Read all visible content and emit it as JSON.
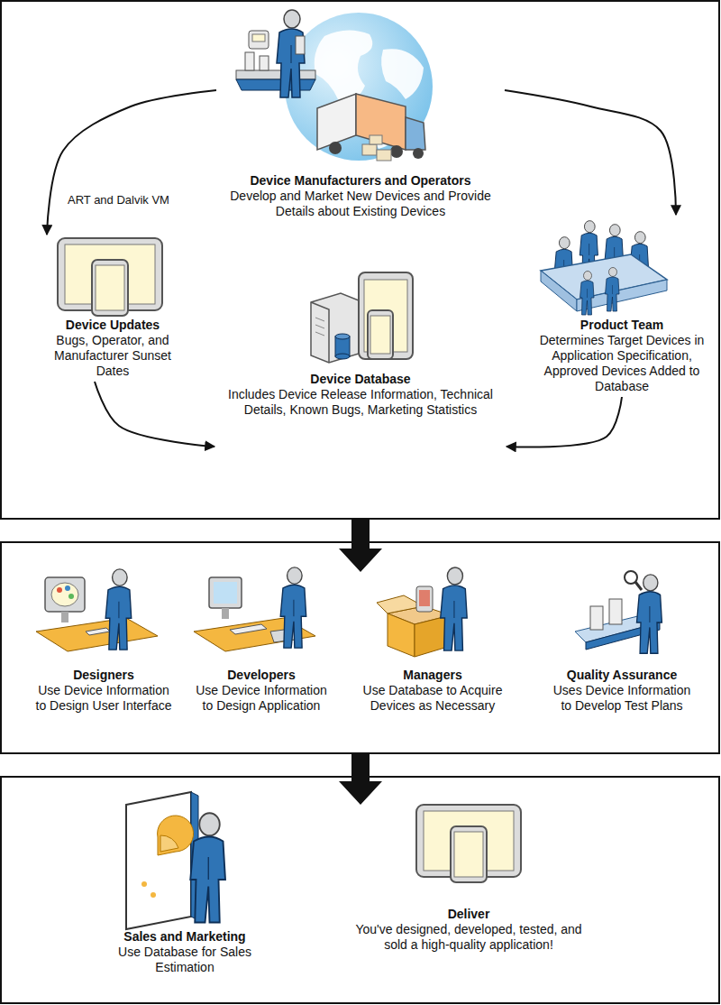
{
  "diagram": {
    "nodes": [
      {
        "text": [
          "Device Manufacturers and Operators",
          "Develop and Market New Devices and Provide Details about Existing Devices"
        ]
      },
      {
        "text": [
          "Device Updates",
          "Bugs, Operator, and Manufacturer Sunset Dates"
        ]
      },
      {
        "text": [
          "Product Team",
          "Determines Target Devices in Application Specification, Approved Devices Added to Database"
        ]
      },
      {
        "text": [
          "Device Database",
          "Includes Device Release Information, Technical Details, Known Bugs, Marketing Statistics"
        ]
      },
      {
        "text": [
          "Designers",
          "Use Device Information to Design User Interface"
        ]
      },
      {
        "text": [
          "Developers",
          "Use Device Information to Design Application"
        ]
      },
      {
        "text": [
          "Managers",
          "Use Database to Acquire Devices as Necessary"
        ]
      },
      {
        "text": [
          "Quality Assurance",
          "Uses Device Information to Develop Test Plans"
        ]
      },
      {
        "text": [
          "Sales and Marketing",
          "Use Database for Sales Estimation"
        ]
      },
      {
        "text": [
          "Deliver",
          "You've designed, developed, tested, and sold a high-quality application!"
        ]
      }
    ],
    "edges": [
      {
        "from": 0,
        "to": 1,
        "arrow": "to"
      },
      {
        "from": 0,
        "to": 2,
        "arrow": "to"
      },
      {
        "from": 1,
        "to": 3,
        "arrow": "to"
      },
      {
        "from": 2,
        "to": 3,
        "arrow": "to"
      }
    ],
    "labels": [
      "ART and Dalvik VM"
    ]
  }
}
